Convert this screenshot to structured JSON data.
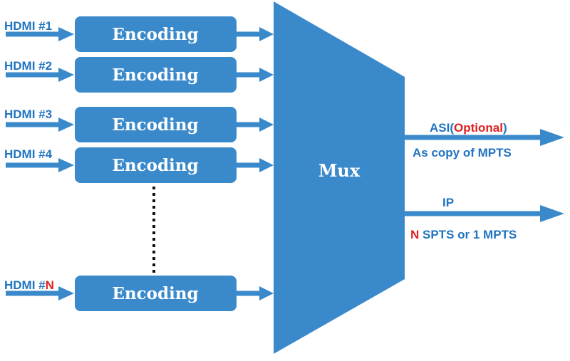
{
  "colors": {
    "primary": "#3a8acb",
    "arrow": "#3a8acb",
    "label": "#1f73c0",
    "accent": "#e02020",
    "dots": "#111111"
  },
  "inputs": [
    {
      "label": "HDMI #",
      "index": "1",
      "index_highlight": false,
      "encoder": "Encoding"
    },
    {
      "label": "HDMI #",
      "index": "2",
      "index_highlight": false,
      "encoder": "Encoding"
    },
    {
      "label": "HDMI #",
      "index": "3",
      "index_highlight": false,
      "encoder": "Encoding"
    },
    {
      "label": "HDMI #",
      "index": "4",
      "index_highlight": false,
      "encoder": "Encoding"
    },
    {
      "label": "HDMI #",
      "index": "N",
      "index_highlight": true,
      "encoder": "Encoding"
    }
  ],
  "mux": {
    "label": "Mux"
  },
  "outputs": {
    "asi": {
      "name": "ASI(",
      "optional": "Optional",
      "close": ")",
      "description": "As copy of MPTS"
    },
    "ip": {
      "name": "IP",
      "count": "N",
      "description": " SPTS or 1 MPTS"
    }
  }
}
